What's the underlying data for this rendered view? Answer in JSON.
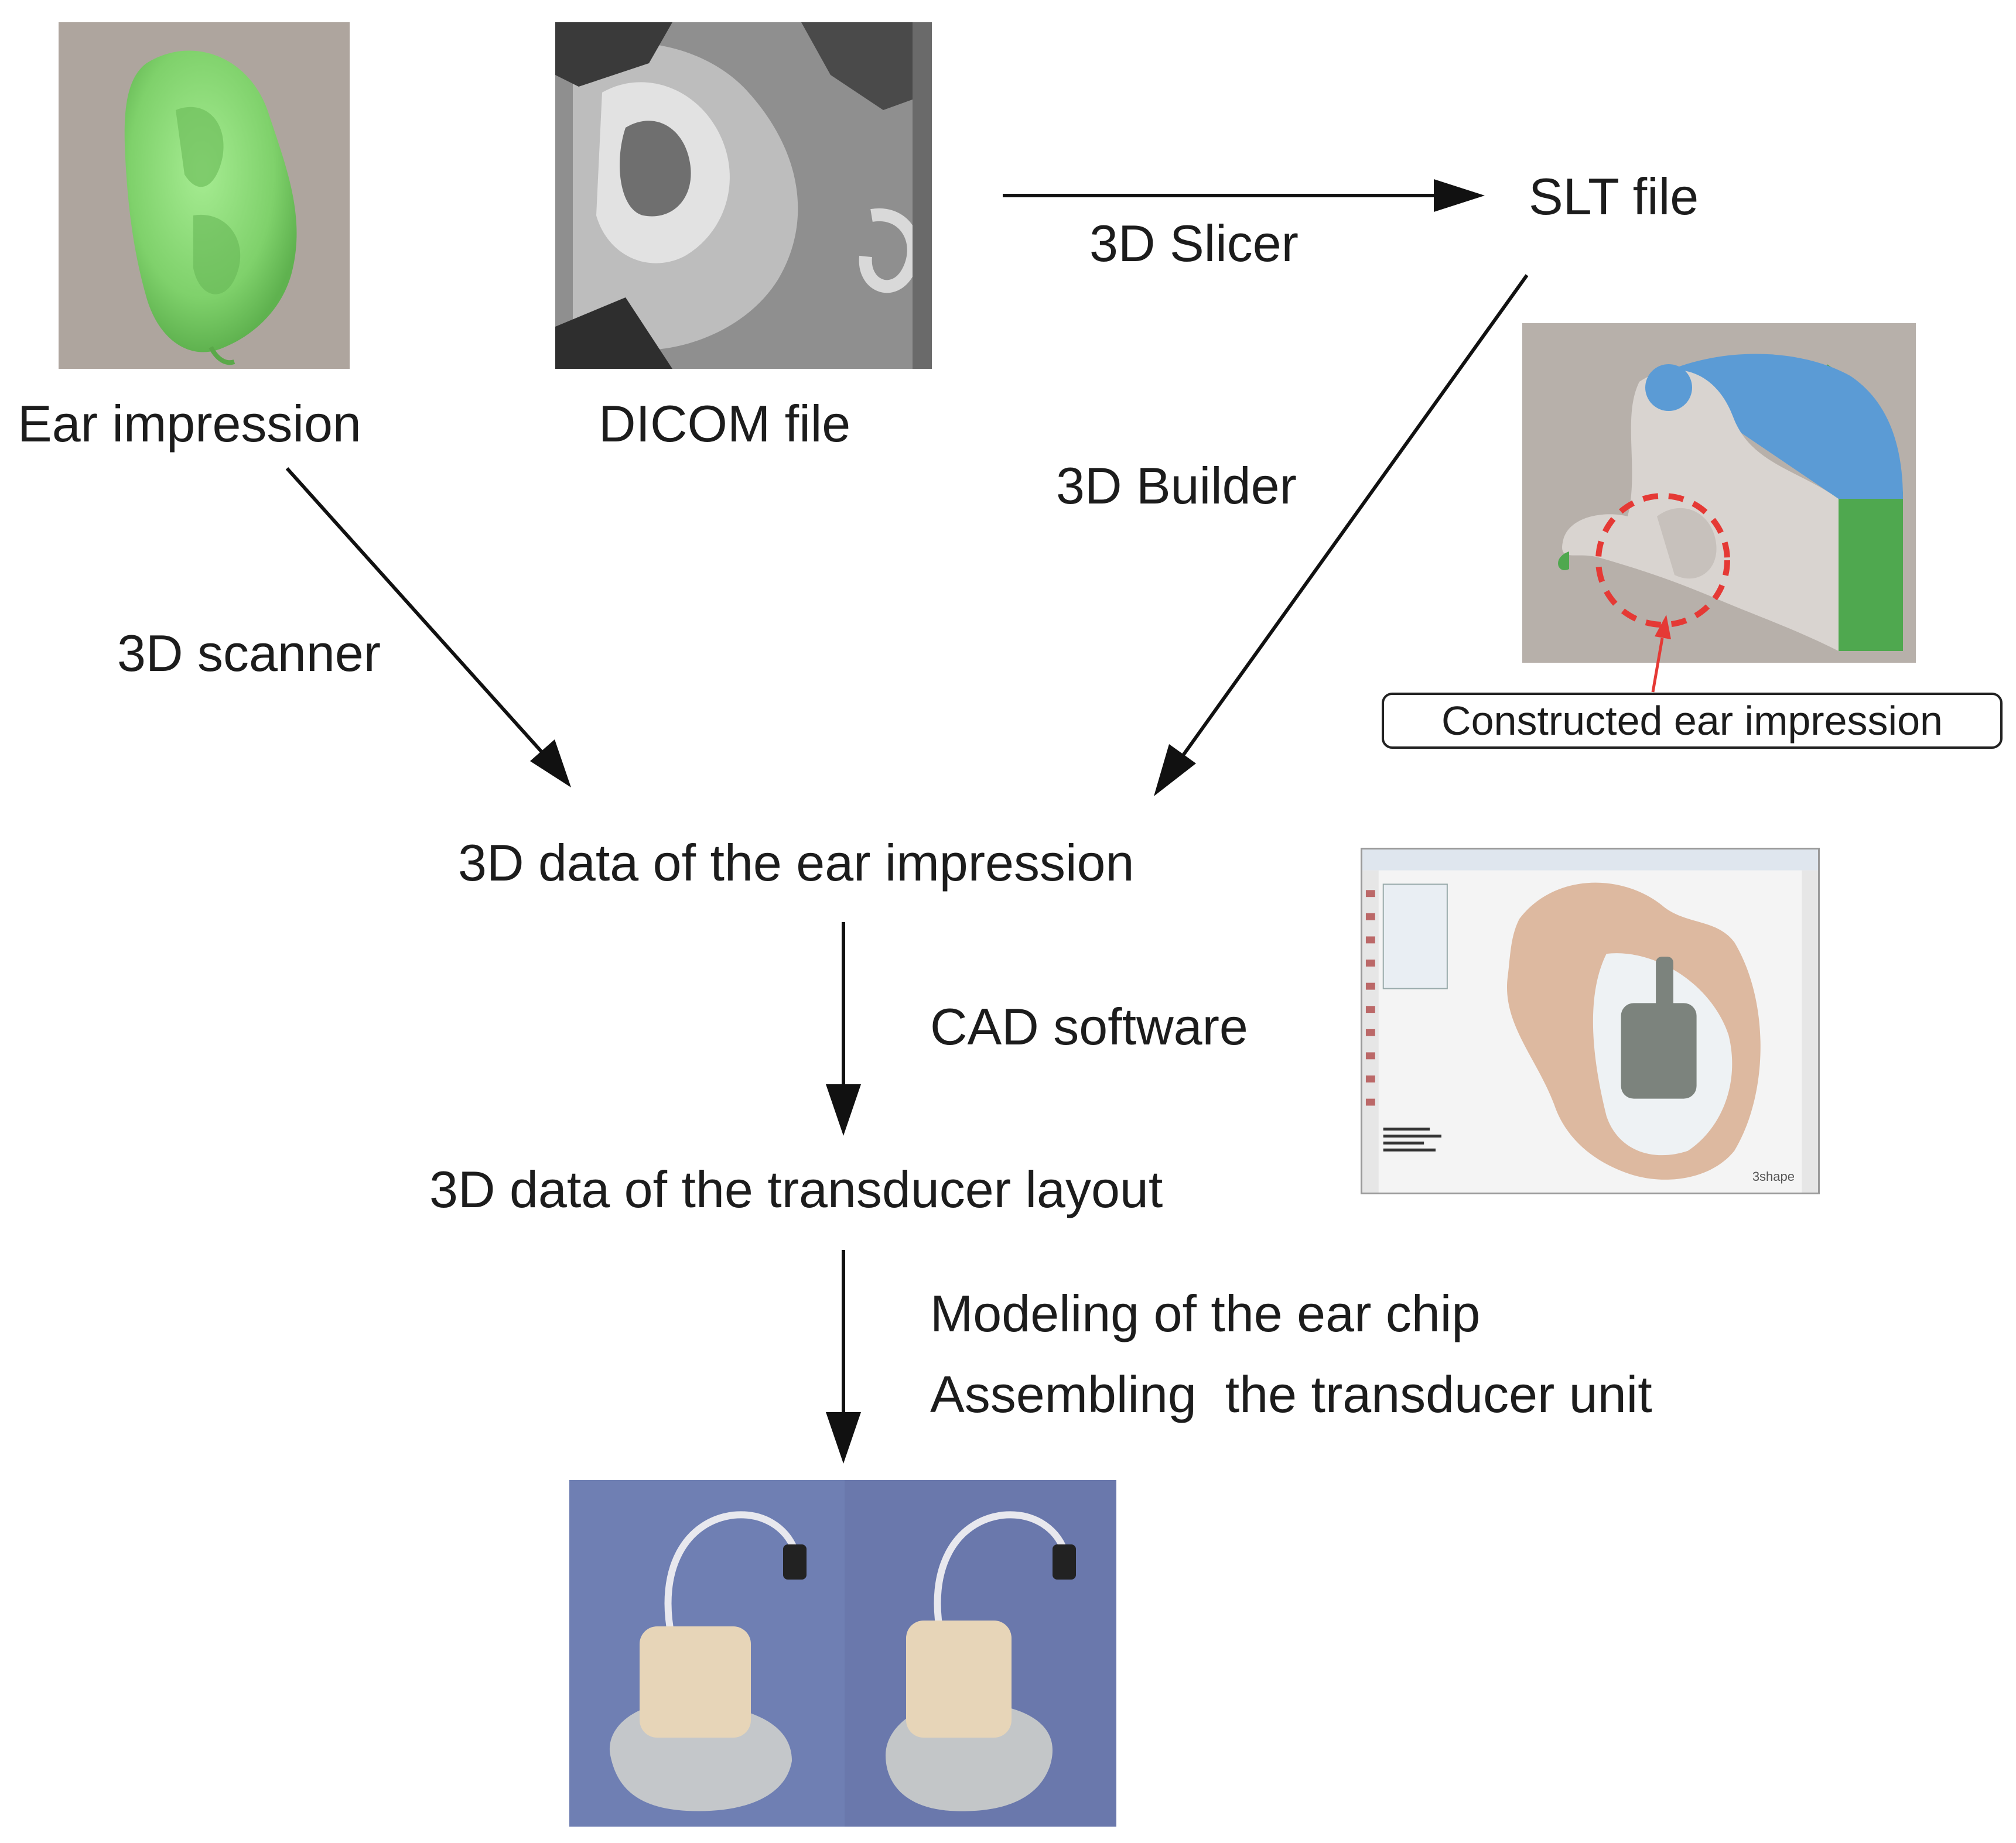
{
  "nodes": {
    "ear_impression": "Ear impression",
    "dicom_file": "DICOM file",
    "slt_file": "SLT file",
    "data_ear_impression": "3D data of the ear impression",
    "data_transducer_layout": "3D data of the transducer layout"
  },
  "edges": {
    "slicer": "3D Slicer",
    "builder": "3D Builder",
    "scanner": "3D scanner",
    "cad": "CAD software",
    "modeling_line1": "Modeling of the ear chip",
    "modeling_line2": "Assembling  the transducer unit"
  },
  "callout": {
    "constructed": "Constructed ear impression"
  },
  "cad_window": {
    "brand": "3shape"
  },
  "colors": {
    "ear_green": "#86d873",
    "slice_blue": "#5b9bd5",
    "slice_green": "#4caf50",
    "dashed_circle": "#e53935",
    "arrow": "#111111"
  }
}
